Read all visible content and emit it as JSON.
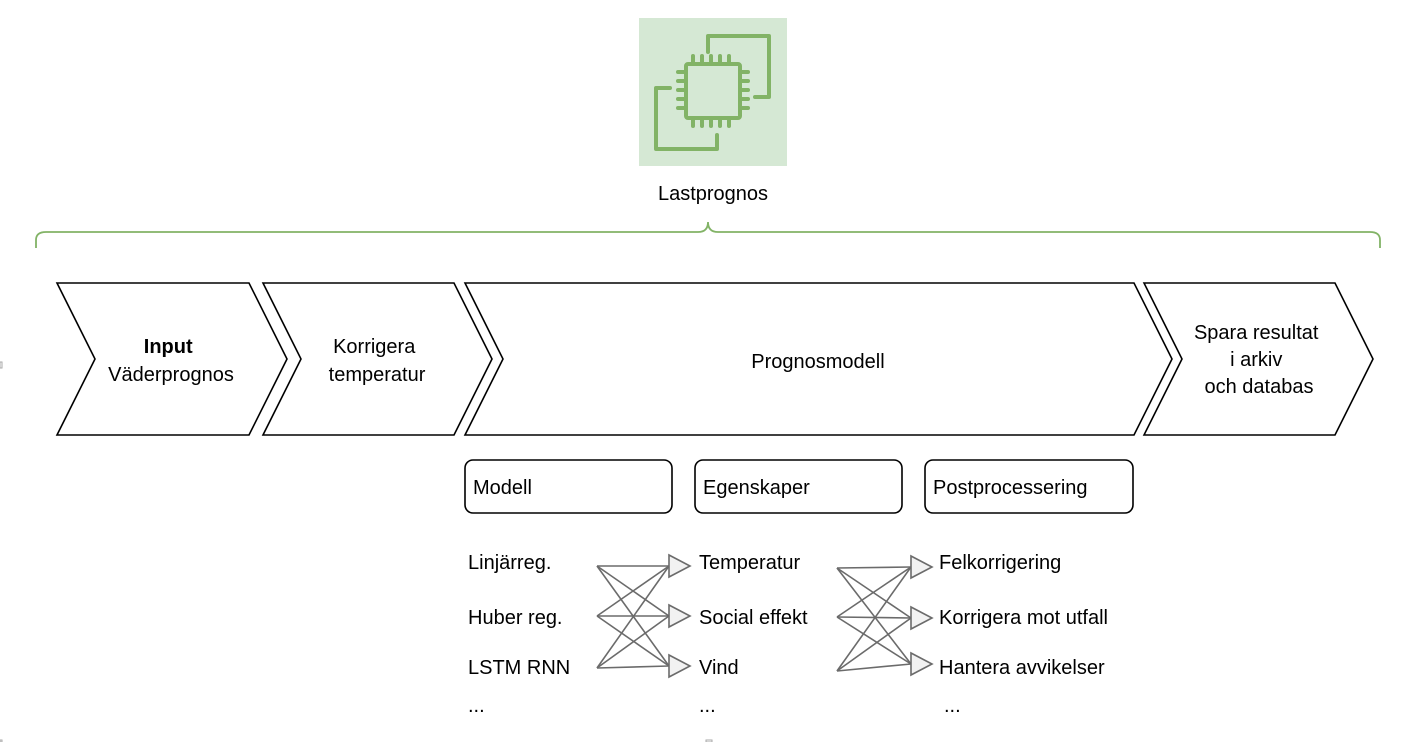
{
  "top_icon": {
    "name": "processor-chip-icon",
    "label": "Lastprognos",
    "bg_color": "#d5e8d4",
    "stroke_color": "#82b366"
  },
  "brace": {
    "color": "#82b366"
  },
  "pipeline": [
    {
      "bold": "Input",
      "lines": [
        "Väderprognos"
      ]
    },
    {
      "bold": "",
      "lines": [
        "Korrigera",
        "temperatur"
      ]
    },
    {
      "bold": "",
      "lines": [
        "Prognosmodell"
      ]
    },
    {
      "bold": "",
      "lines": [
        "Spara resultat",
        "i arkiv",
        "och databas"
      ]
    }
  ],
  "headers": [
    "Modell",
    "Egenskaper",
    "Postprocessering"
  ],
  "columns": [
    {
      "items": [
        "Linjärreg.",
        "Huber reg.",
        "LSTM RNN",
        "..."
      ]
    },
    {
      "items": [
        "Temperatur",
        "Social effekt",
        "Vind",
        "..."
      ]
    },
    {
      "items": [
        "Felkorrigering",
        "Korrigera mot utfall",
        "Hantera avvikelser",
        "..."
      ]
    }
  ]
}
